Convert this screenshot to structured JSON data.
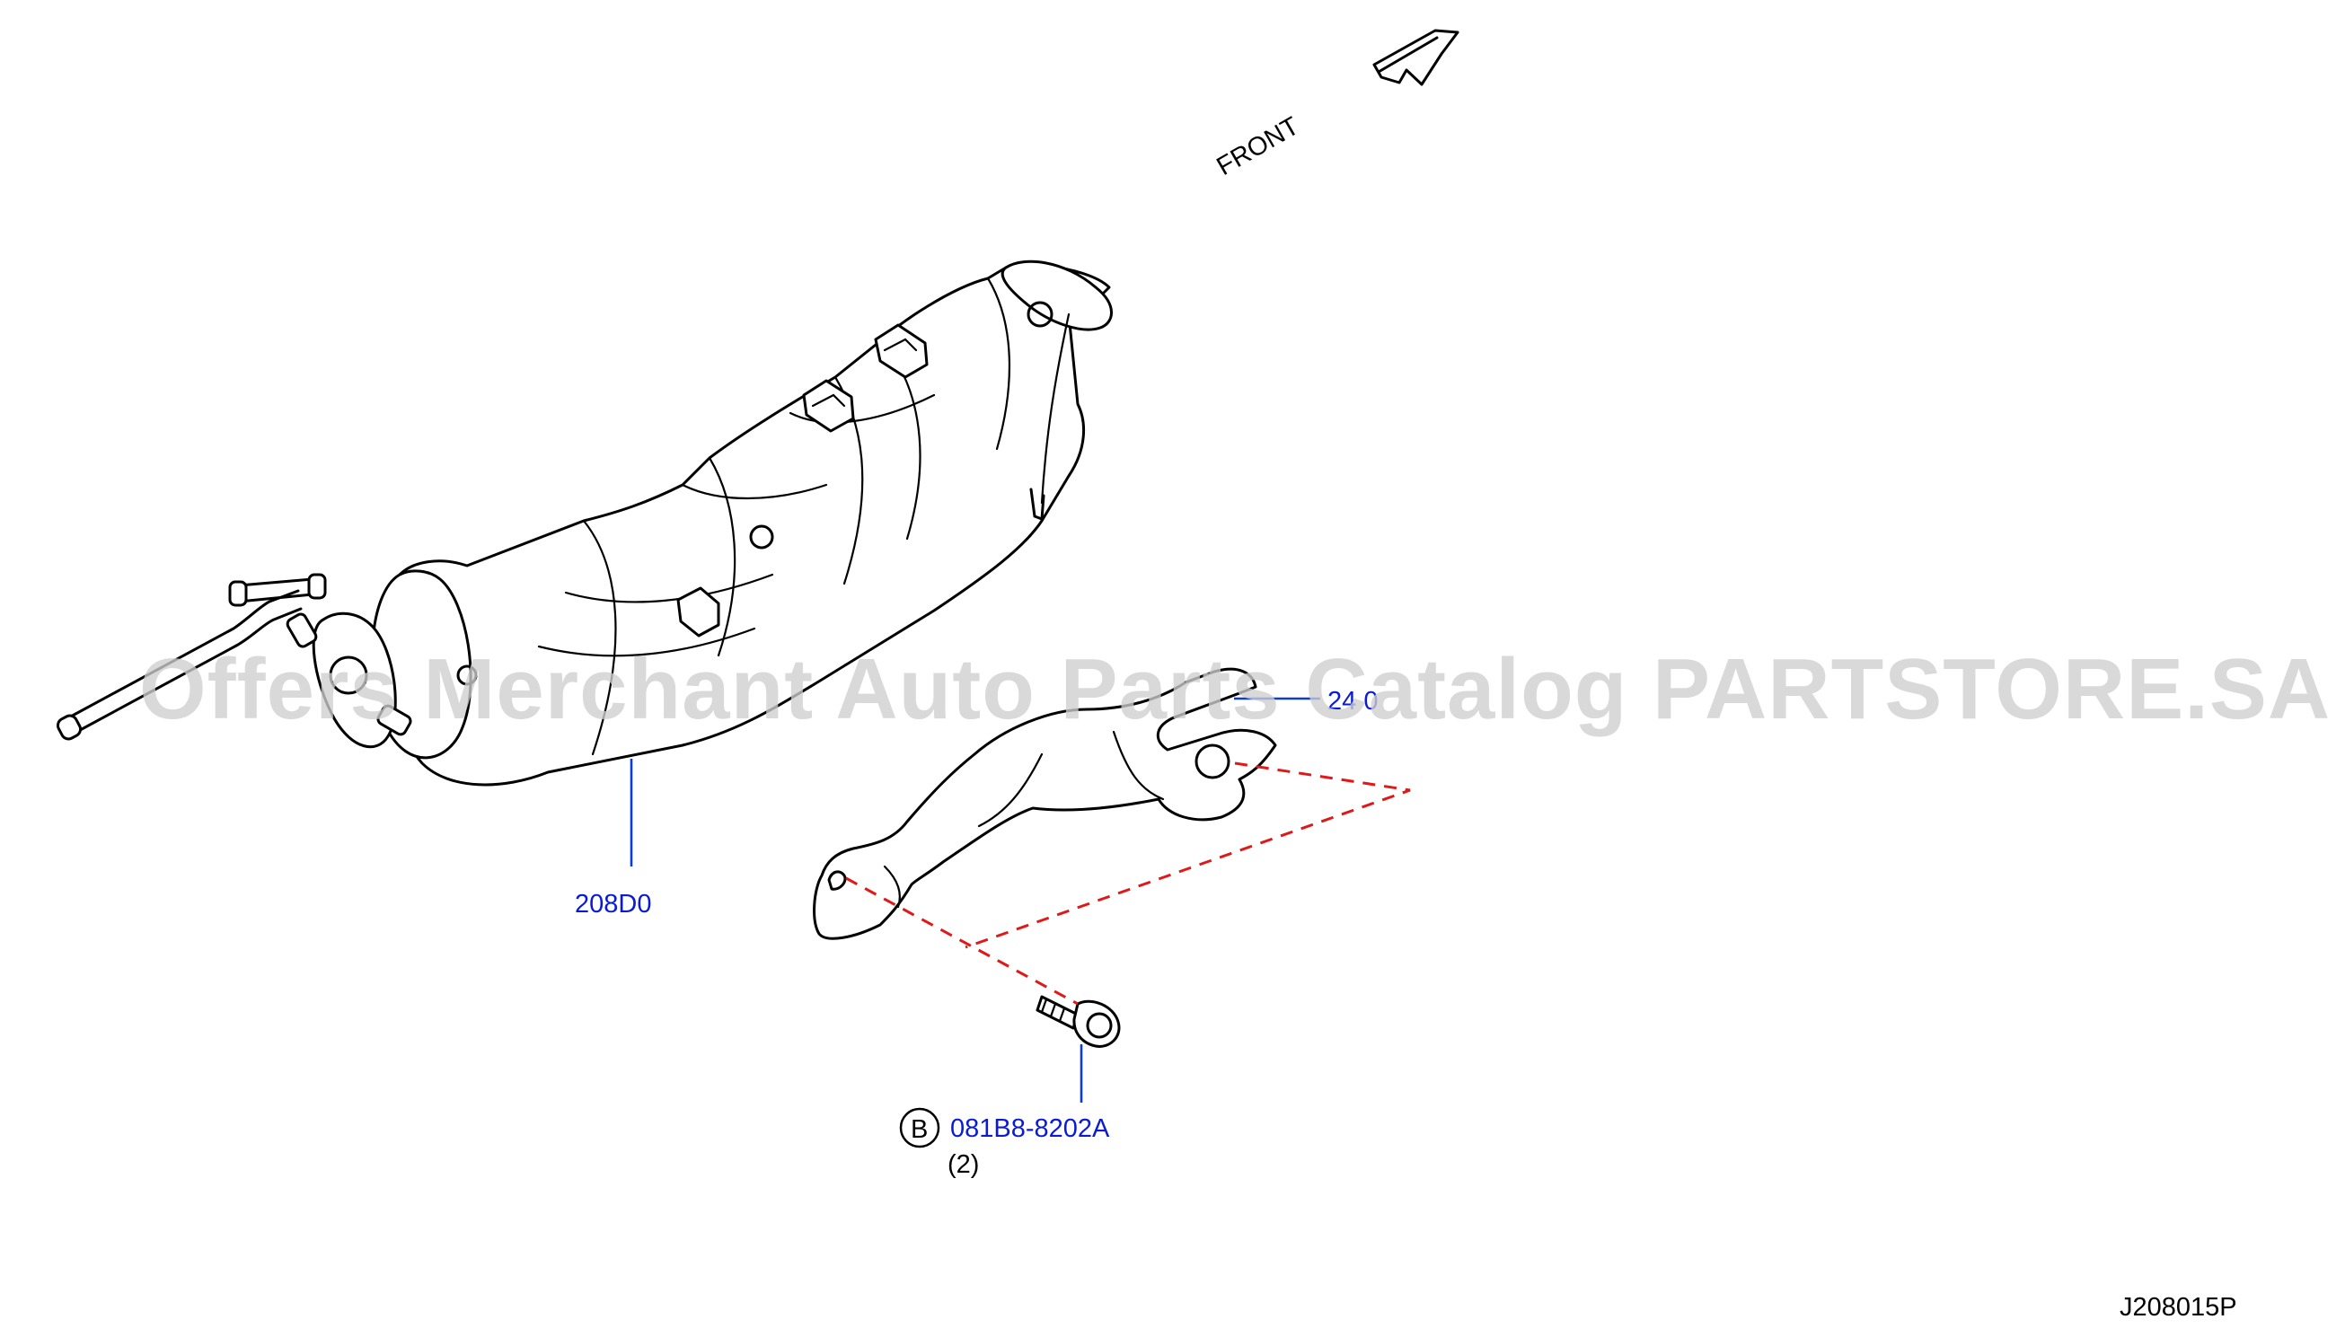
{
  "diagram": {
    "direction_label": "FRONT",
    "callouts": [
      {
        "id": "catalyst",
        "label": "208D0"
      },
      {
        "id": "bracket",
        "label": "24 0"
      },
      {
        "id": "bolt",
        "label": "081B8-8202A",
        "qty": "(2)",
        "badge": "B"
      }
    ],
    "drawing_number": "J208015P"
  },
  "watermark": "Offers Merchant Auto Parts Catalog PARTSTORE.SA",
  "colors": {
    "line": "#000000",
    "callout": "#0b1bd0",
    "dashed_guide": "#e01818",
    "watermark": "#cfcfcf"
  }
}
